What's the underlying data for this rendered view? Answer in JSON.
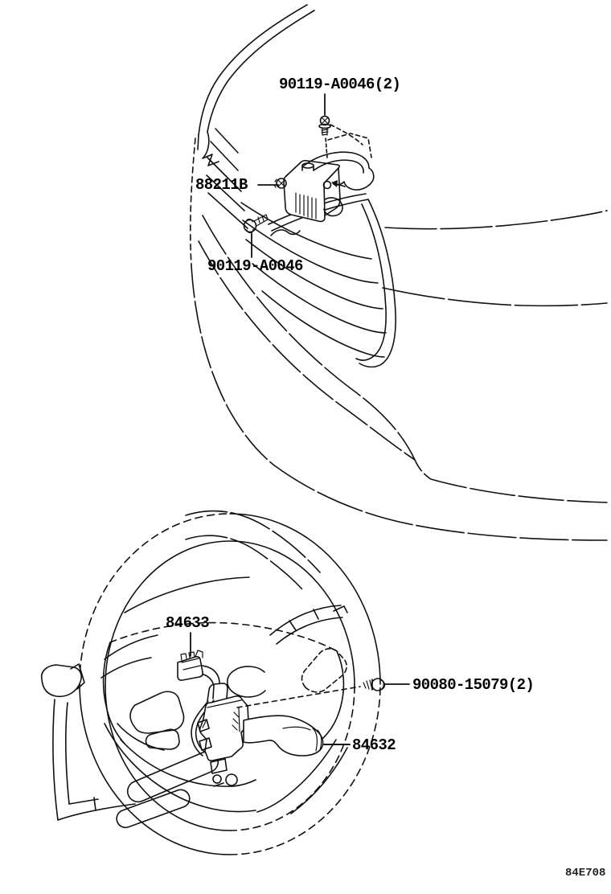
{
  "page": {
    "background": "#ffffff",
    "ink": "#111111"
  },
  "top_view": {
    "labels": {
      "bolt_top": {
        "text": "90119-A0046(2)"
      },
      "sensor": {
        "text": "88211B"
      },
      "bolt_front": {
        "text": "90119-A0046"
      }
    }
  },
  "bottom_view": {
    "labels": {
      "connector": {
        "text": "84633"
      },
      "screw": {
        "text": "90080-15079(2)"
      },
      "stalk_switch": {
        "text": "84632"
      }
    }
  },
  "diagram_code": {
    "text": "84E708"
  }
}
